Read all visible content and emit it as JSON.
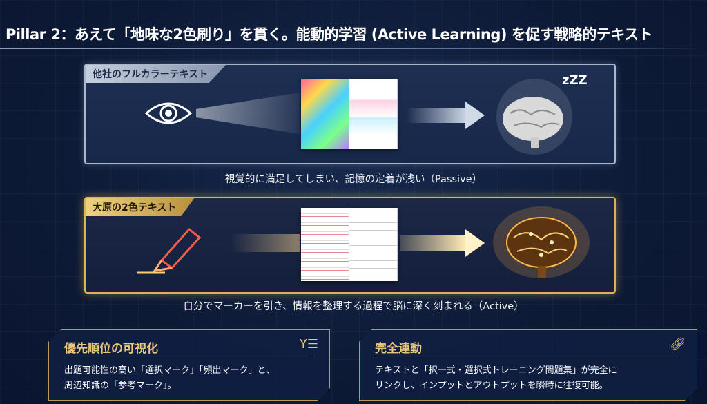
{
  "title": "Pillar 2：あえて「地味な2色刷り」を貫く。能動的学習 (Active Learning) を促す戦略的テキスト",
  "panel_full_color": {
    "label": "他社のフルカラーテキスト",
    "caption": "視覚的に満足してしまい、記憶の定着が浅い（Passive）",
    "sleep_text": "zZZ"
  },
  "panel_two_color": {
    "label": "大原の2色テキスト",
    "caption": "自分でマーカーを引き、情報を整理する過程で脳に深く刻まれる（Active）"
  },
  "cards": [
    {
      "heading": "優先順位の可視化",
      "line1": "出題可能性の高い「選択マーク」「頻出マーク」と、",
      "line2": "周辺知識の「参考マーク」。",
      "icon": "filter-list-icon"
    },
    {
      "heading": "完全連動",
      "line1": "テキストと「択一式・選択式トレーニング問題集」が完全に",
      "line2": "リンクし、インプットとアウトプットを瞬時に往復可能。",
      "icon": "link-icon"
    }
  ],
  "colors": {
    "gold": "#d9b35a",
    "silver": "#a9b6cc",
    "bg": "#0d1a36"
  }
}
